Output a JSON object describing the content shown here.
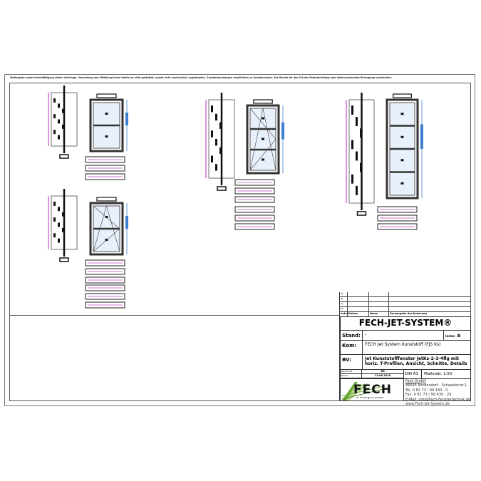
{
  "notice": "Weitergabe sowie Vervielfältigung dieser Unterlage, Verwertung und Mitteilung ihres Inhalts ist nicht gestattet, soweit nicht ausdrücklich zugestanden. Zuwiderhandlungen verpflichten zu Schadenersatz. Alle Rechte für den Fall der Patenterteilung oder Gebrauchsmuster-Eintragung vorbehalten.",
  "revisions": {
    "rows": [
      {
        "index": "e)",
        "datum": "-",
        "name": "-",
        "text": "-"
      },
      {
        "index": "d)",
        "datum": "-",
        "name": "-",
        "text": "-"
      },
      {
        "index": "c)",
        "datum": "-",
        "name": "-",
        "text": "-"
      },
      {
        "index": "b)",
        "datum": "-",
        "name": "-",
        "text": "-"
      }
    ],
    "headers": {
      "index": "Index",
      "datum": "Datum",
      "name": "Name",
      "text": "Kurzangabe der Änderung"
    }
  },
  "title_block": {
    "system_title": "FECH-JET-SYSTEM®",
    "stand_label": "Stand:",
    "stand_value": "-",
    "index_label": "Index:",
    "index_value": "a",
    "kom_label": "Kom:",
    "kom_value": "FECH Jet System Kunststoff (FJS Ks)",
    "bv_label": "BV:",
    "bv_value": "Jet Kunststofffenster JetKs-2-3-4flg mit horiz. T-Profilen, Ansicht, Schnitte, Details",
    "gezeichnet_label": "gezeichnet",
    "gezeichnet_value": "DB",
    "datum_label": "Datum",
    "datum_value": "13.06.2016",
    "format": "DIN A3",
    "scale": "Maßstab: 1:50",
    "logo_text": "FECH",
    "logo_subtext": "JET SYSTEM ■ FASSADENBAU",
    "company": {
      "name": "Fech GmbH",
      "street": "86695 Nordendorf - Schaezlerstr.1",
      "tel": "Tel. 0 82 73 / 99 430 - 0",
      "fax": "Fax. 0 82 73 / 99 430 - 29",
      "email": "E-Mail: info@Fech-Fenstertechnik.de",
      "web": "www.Fech-Jet-System.de"
    }
  },
  "colors": {
    "frame": "#333333",
    "glass": "#e8f0fb",
    "dimension": "#d070d0",
    "dimension_blue": "#3f7fd0",
    "logo_green": "#5a9a2a"
  }
}
